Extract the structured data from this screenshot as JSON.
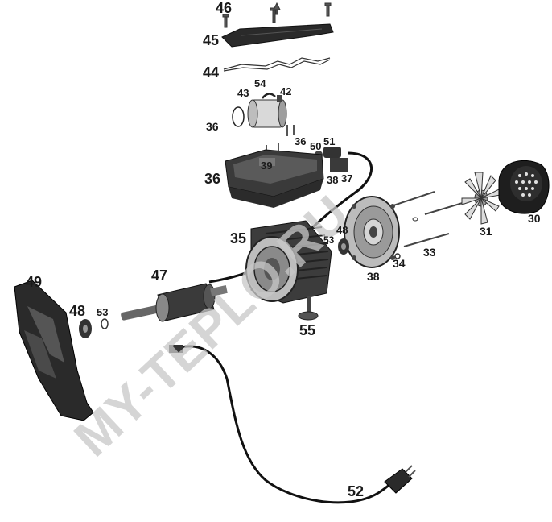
{
  "watermark": "MY-TEPLO.RU",
  "callouts": [
    {
      "id": "46",
      "text": "46"
    },
    {
      "id": "45",
      "text": "45"
    },
    {
      "id": "44",
      "text": "44"
    },
    {
      "id": "54",
      "text": "54"
    },
    {
      "id": "43",
      "text": "43"
    },
    {
      "id": "42",
      "text": "42"
    },
    {
      "id": "36a",
      "text": "36"
    },
    {
      "id": "36b",
      "text": "36"
    },
    {
      "id": "51",
      "text": "51"
    },
    {
      "id": "50",
      "text": "50"
    },
    {
      "id": "39",
      "text": "39"
    },
    {
      "id": "36c",
      "text": "36"
    },
    {
      "id": "38a",
      "text": "38"
    },
    {
      "id": "37",
      "text": "37"
    },
    {
      "id": "30",
      "text": "30"
    },
    {
      "id": "31",
      "text": "31"
    },
    {
      "id": "35",
      "text": "35"
    },
    {
      "id": "48a",
      "text": "48"
    },
    {
      "id": "53a",
      "text": "53"
    },
    {
      "id": "33",
      "text": "33"
    },
    {
      "id": "34",
      "text": "34"
    },
    {
      "id": "38b",
      "text": "38"
    },
    {
      "id": "47",
      "text": "47"
    },
    {
      "id": "49",
      "text": "49"
    },
    {
      "id": "48b",
      "text": "48"
    },
    {
      "id": "53b",
      "text": "53"
    },
    {
      "id": "55",
      "text": "55"
    },
    {
      "id": "52",
      "text": "52"
    }
  ]
}
